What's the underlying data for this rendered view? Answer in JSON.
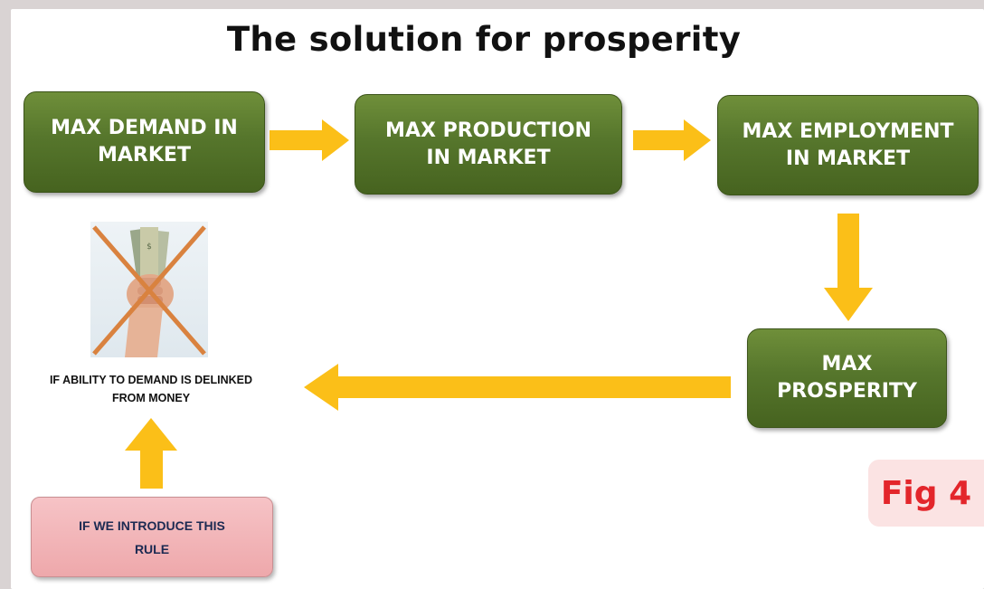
{
  "title": "The solution for prosperity",
  "boxes": {
    "demand": [
      "MAX DEMAND IN",
      "MARKET"
    ],
    "production": [
      "MAX PRODUCTION",
      "IN MARKET"
    ],
    "employment": [
      "MAX EMPLOYMENT",
      "IN MARKET"
    ],
    "prosperity": [
      "MAX",
      "PROSPERITY"
    ]
  },
  "rule_box": [
    "IF WE INTRODUCE THIS",
    "RULE"
  ],
  "condition": [
    "IF ABILITY TO DEMAND IS DELINKED",
    "FROM MONEY"
  ],
  "figure_label": "Fig 4",
  "colors": {
    "box_green": "#56762c",
    "arrow_orange": "#fbbf18",
    "rule_pink": "#f2b3b6",
    "fig_red": "#e3262b",
    "cross_orange": "#d9823f"
  },
  "icons": {
    "money": "hand-holding-money-crossed-icon"
  }
}
